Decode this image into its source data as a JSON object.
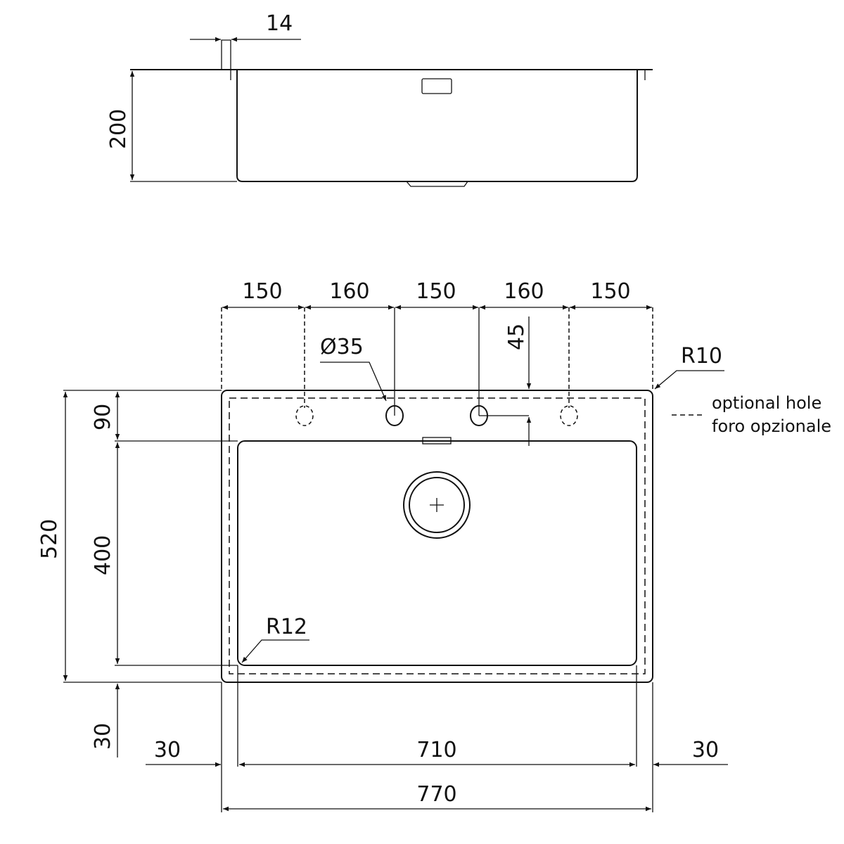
{
  "side_view": {
    "flange_thickness": "14",
    "depth": "200"
  },
  "plan_view": {
    "hole_spacing": [
      "150",
      "160",
      "150",
      "160",
      "150"
    ],
    "hole_diameter": "Ø35",
    "hole_offset": "45",
    "outer_radius": "R10",
    "bowl_radius": "R12",
    "overall_depth": "520",
    "rear_margin": "90",
    "bowl_depth": "400",
    "front_margin": "30",
    "left_margin": "30",
    "bowl_width": "710",
    "right_margin": "30",
    "overall_width": "770"
  },
  "legend": {
    "line1": "optional hole",
    "line2": "foro opzionale"
  },
  "colors": {
    "line": "#111111",
    "background": "#ffffff"
  }
}
